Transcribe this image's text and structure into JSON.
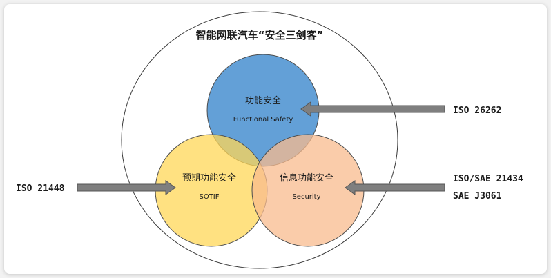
{
  "diagram": {
    "title": "智能网联汽车“安全三剑客”",
    "functional_safety": {
      "cn": "功能安全",
      "en": "Functional Safety"
    },
    "sotif": {
      "cn": "预期功能安全",
      "en": "SOTIF"
    },
    "security": {
      "cn": "信息功能安全",
      "en": "Security"
    },
    "standards": {
      "iso26262": "ISO 26262",
      "iso21448": "ISO 21448",
      "iso_sae21434": "ISO/SAE 21434",
      "sae_j3061": "SAE J3061"
    },
    "colors": {
      "functional_safety": "#5b9bd5",
      "sotif": "#ffd757",
      "security": "#f8bb8e",
      "arrow": "#7f7f7f"
    }
  }
}
